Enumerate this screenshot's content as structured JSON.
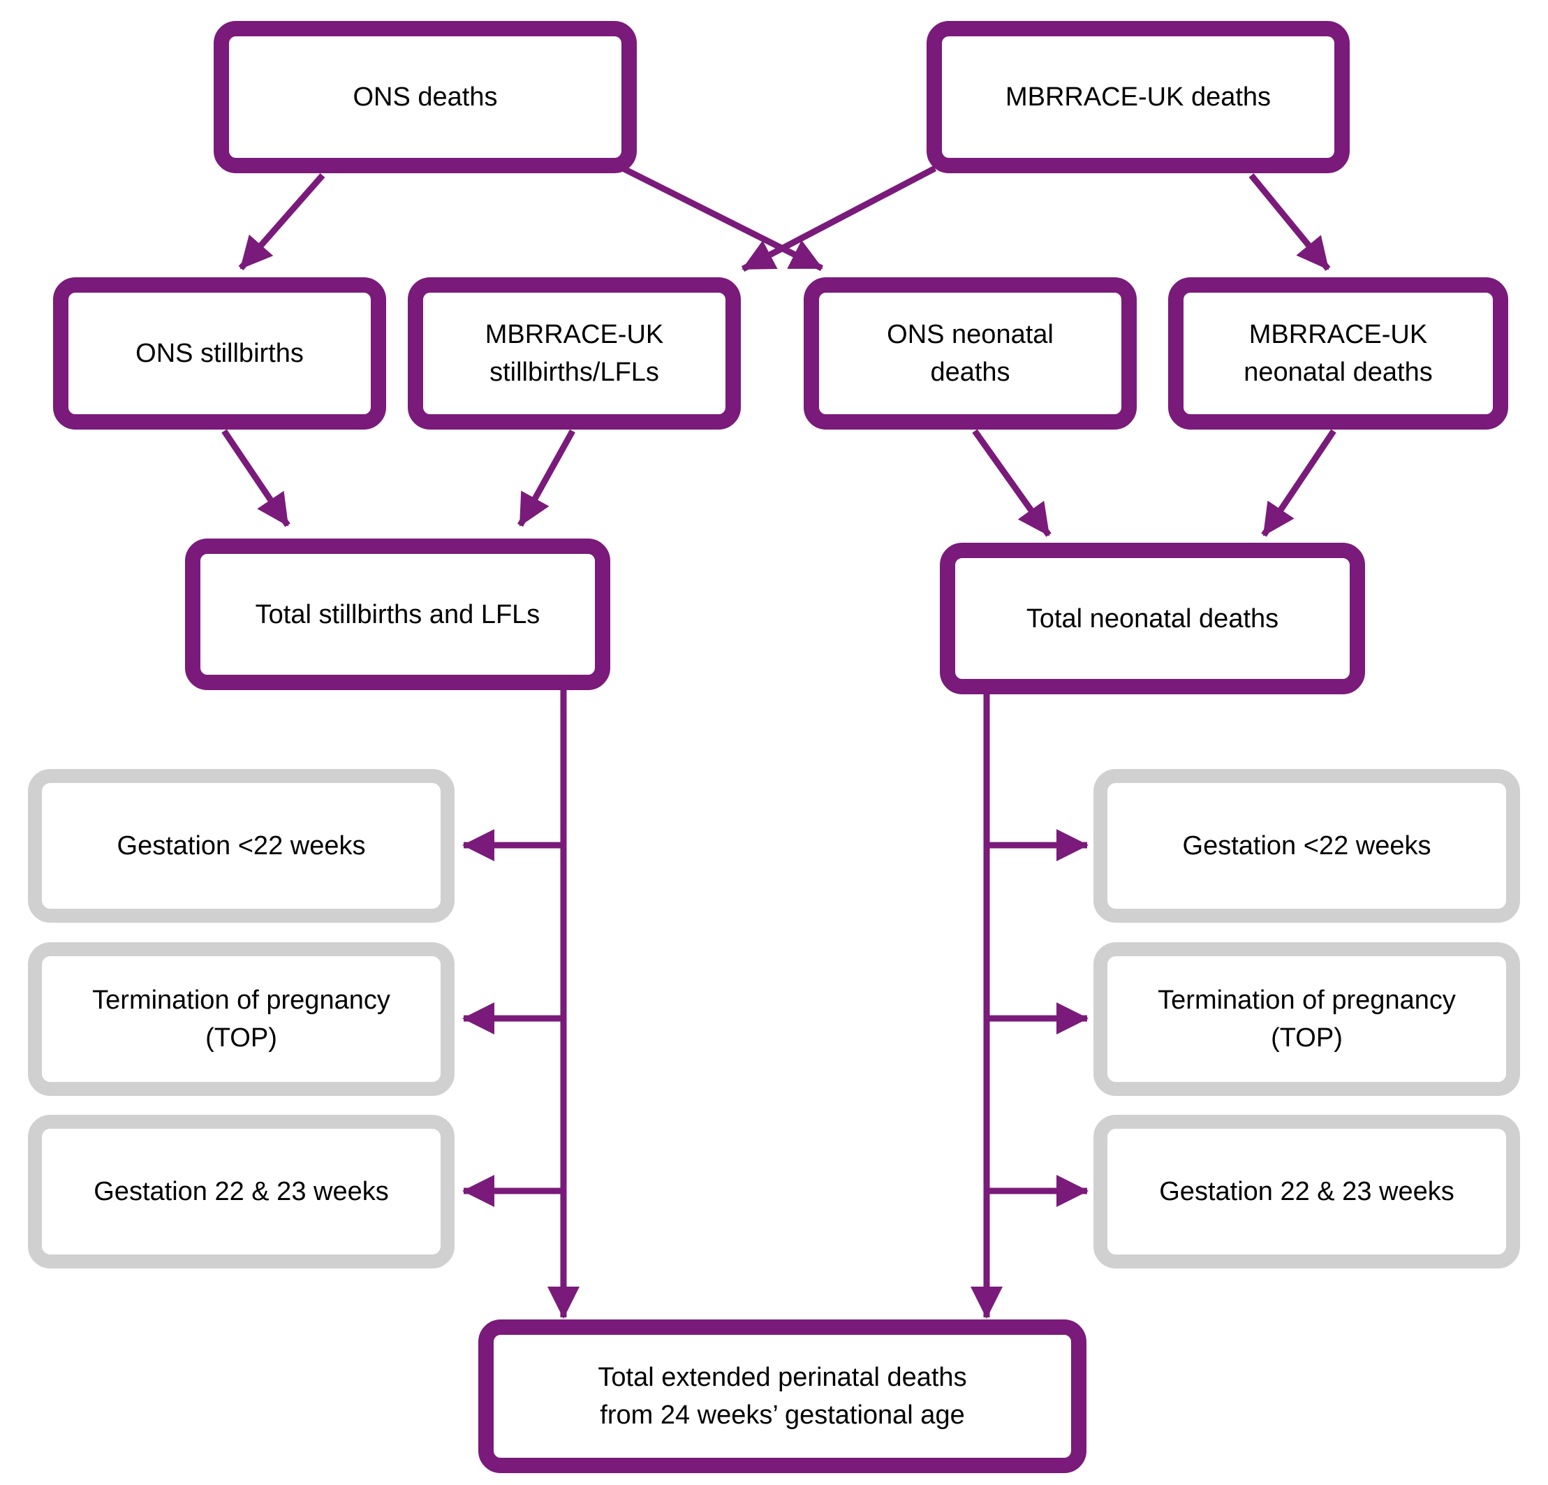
{
  "colors": {
    "primary": "#7a1a7a",
    "excluded": "#d1d0d0",
    "text": "#000000"
  },
  "boxes": {
    "ons_deaths": "ONS deaths",
    "mbrrace_deaths": "MBRRACE-UK deaths",
    "ons_stillbirths": "ONS stillbirths",
    "mbrrace_stillbirths": "MBRRACE-UK\nstillbirths/LFLs",
    "ons_neonatal": "ONS neonatal\ndeaths",
    "mbrrace_neonatal": "MBRRACE-UK\nneonatal deaths",
    "total_stillbirths": "Total stillbirths and LFLs",
    "total_neonatal": "Total neonatal deaths",
    "left_gestation_lt22": "Gestation <22 weeks",
    "left_top": "Termination of pregnancy\n(TOP)",
    "left_gestation_22_23": "Gestation 22 & 23 weeks",
    "right_gestation_lt22": "Gestation <22 weeks",
    "right_top": "Termination of pregnancy\n(TOP)",
    "right_gestation_22_23": "Gestation 22 & 23 weeks",
    "total_perinatal": "Total extended perinatal deaths\nfrom 24 weeks’ gestational age"
  }
}
